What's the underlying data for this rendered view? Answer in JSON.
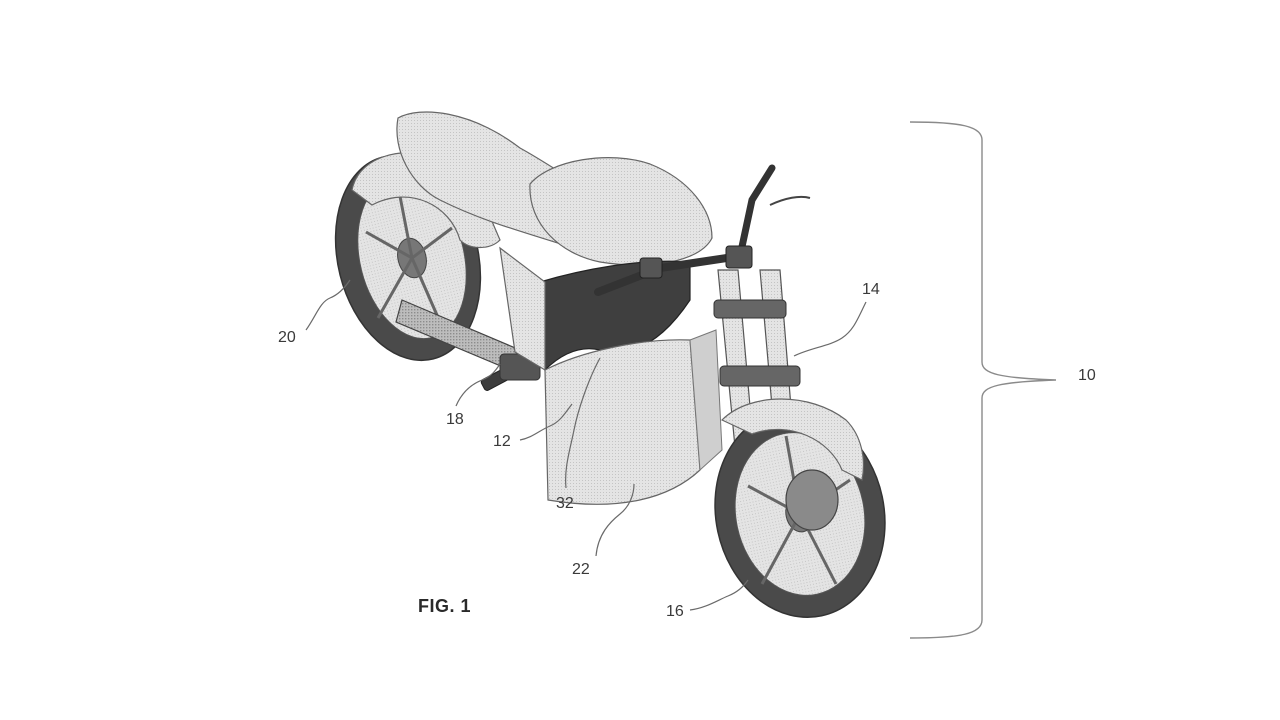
{
  "figure": {
    "caption": "FIG. 1",
    "subject": "motorcycle-perspective-drawing",
    "colors": {
      "background": "#ffffff",
      "line": "#6a6a6a",
      "shade_light": "#d8d8d8",
      "shade_mid": "#b8b8b8",
      "shade_dark": "#3c3c3c",
      "tire": "#4a4a4a"
    }
  },
  "reference_numerals": {
    "assembly": "10",
    "frame": "12",
    "front_fork": "14",
    "front_wheel": "16",
    "footpeg": "18",
    "rear_wheel": "20",
    "battery_housing": "22",
    "side_panel": "32"
  }
}
